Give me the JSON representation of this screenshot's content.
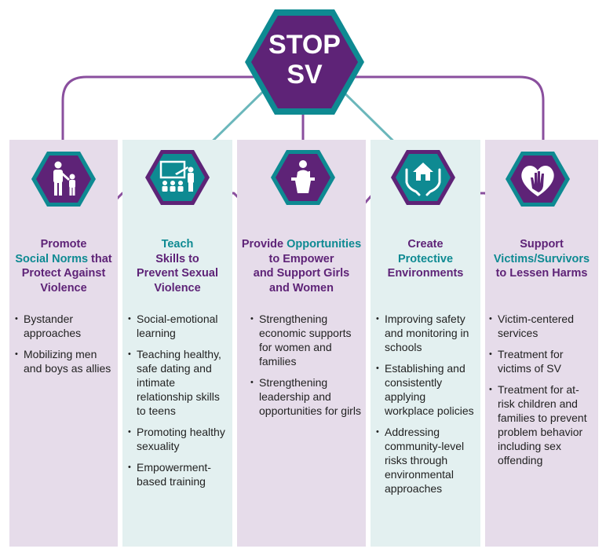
{
  "center": {
    "line1": "STOP",
    "line2": "SV"
  },
  "colors": {
    "purple": "#5e2377",
    "teal": "#0e8a92",
    "lavender": "#e6dcea",
    "mint": "#e3f0f0"
  },
  "columns": [
    {
      "icon": "parent-child-icon",
      "heading": [
        [
          {
            "t": "Promote",
            "c": "purple"
          }
        ],
        [
          {
            "t": "Social Norms",
            "c": "teal"
          },
          {
            "t": " that",
            "c": "purple"
          }
        ],
        [
          {
            "t": "Protect Against",
            "c": "purple"
          }
        ],
        [
          {
            "t": "Violence",
            "c": "purple"
          }
        ]
      ],
      "bullets": [
        "Bystander approaches",
        "Mobilizing men and boys as allies"
      ]
    },
    {
      "icon": "teacher-classroom-icon",
      "heading": [
        [
          {
            "t": "Teach",
            "c": "teal"
          }
        ],
        [
          {
            "t": "Skills to",
            "c": "purple"
          }
        ],
        [
          {
            "t": "Prevent Sexual",
            "c": "purple"
          }
        ],
        [
          {
            "t": "Violence",
            "c": "purple"
          }
        ]
      ],
      "bullets": [
        "Social-emotional learning",
        "Teaching healthy, safe dating and intimate relationship skills to teens",
        "Promoting healthy sexuality",
        "Empowerment-based training"
      ]
    },
    {
      "icon": "podium-speaker-icon",
      "heading": [
        [
          {
            "t": "Provide ",
            "c": "purple"
          },
          {
            "t": "Opportunities",
            "c": "teal"
          }
        ],
        [
          {
            "t": "to Empower",
            "c": "purple"
          }
        ],
        [
          {
            "t": "and Support Girls",
            "c": "purple"
          }
        ],
        [
          {
            "t": "and Women",
            "c": "purple"
          }
        ]
      ],
      "bullets": [
        "Strengthening economic supports for women and families",
        "Strengthening leadership and opportunities for girls"
      ]
    },
    {
      "icon": "hands-house-icon",
      "heading": [
        [
          {
            "t": "Create",
            "c": "purple"
          }
        ],
        [
          {
            "t": "Protective",
            "c": "teal"
          }
        ],
        [
          {
            "t": "Environments",
            "c": "purple"
          }
        ]
      ],
      "bullets": [
        "Improving safety and monitoring in schools",
        "Establishing and consistently applying workplace policies",
        "Addressing community-level risks through environmental approaches"
      ]
    },
    {
      "icon": "heart-hand-icon",
      "heading": [
        [
          {
            "t": "Support",
            "c": "purple"
          }
        ],
        [
          {
            "t": "Victims/Survivors",
            "c": "teal"
          }
        ],
        [
          {
            "t": "to Lessen Harms",
            "c": "purple"
          }
        ]
      ],
      "bullets": [
        "Victim-centered services",
        "Treatment for victims of SV",
        "Treatment for at-risk children and families to prevent problem behavior including sex offending"
      ]
    }
  ]
}
